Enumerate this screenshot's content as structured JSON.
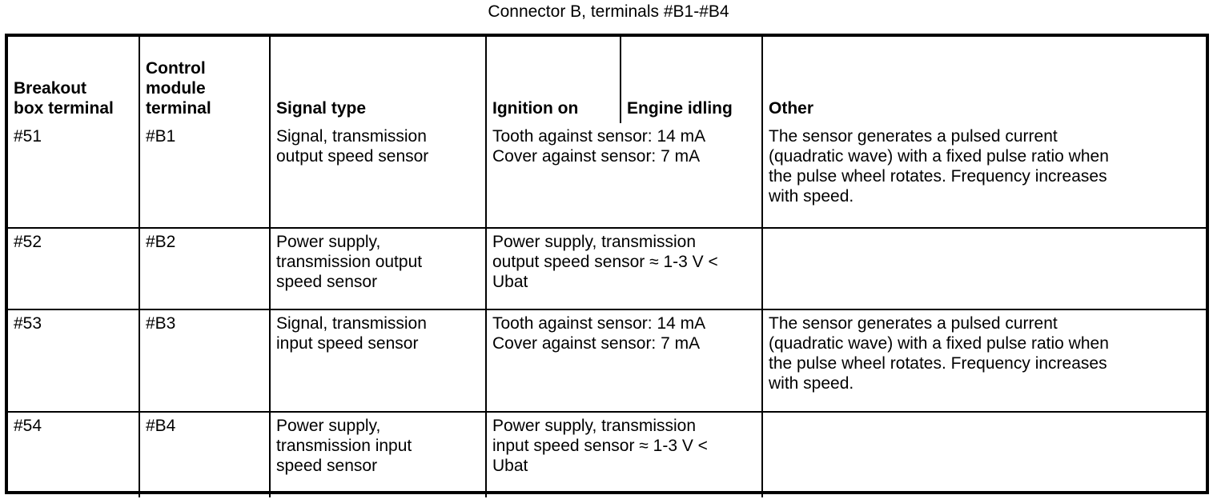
{
  "caption": "Connector B, terminals #B1-#B4",
  "table": {
    "headers": {
      "breakout_box_terminal": "Breakout\nbox terminal",
      "control_module_terminal": "Control\nmodule\nterminal",
      "signal_type": "Signal type",
      "ignition_on": "Ignition on",
      "engine_idling": "Engine idling",
      "other": "Other"
    },
    "rows": [
      {
        "breakout_box_terminal": "#51",
        "control_module_terminal": "#B1",
        "signal_type": "Signal, transmission\noutput speed sensor",
        "measurement": "Tooth against sensor: 14 mA\nCover against sensor: 7 mA",
        "other": "The sensor generates a pulsed current\n(quadratic wave) with a fixed pulse ratio when\nthe pulse wheel rotates. Frequency increases\nwith speed."
      },
      {
        "breakout_box_terminal": "#52",
        "control_module_terminal": "#B2",
        "signal_type": "Power supply,\ntransmission output\nspeed sensor",
        "measurement": "Power supply, transmission\noutput speed sensor ≈ 1-3 V <\nUbat",
        "other": ""
      },
      {
        "breakout_box_terminal": "#53",
        "control_module_terminal": "#B3",
        "signal_type": "Signal, transmission\ninput speed sensor",
        "measurement": "Tooth against sensor: 14 mA\nCover against sensor: 7 mA",
        "other": "The sensor generates a pulsed current\n(quadratic wave) with a fixed pulse ratio when\nthe pulse wheel rotates. Frequency increases\nwith speed."
      },
      {
        "breakout_box_terminal": "#54",
        "control_module_terminal": "#B4",
        "signal_type": "Power supply,\ntransmission input\nspeed sensor",
        "measurement": "Power supply, transmission\ninput speed sensor ≈ 1-3 V <\nUbat",
        "other": ""
      }
    ]
  },
  "colors": {
    "text": "#000000",
    "background": "#ffffff",
    "border": "#000000"
  }
}
